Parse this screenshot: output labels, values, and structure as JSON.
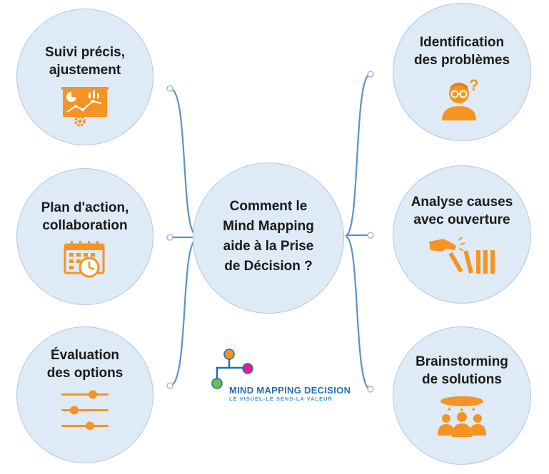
{
  "center": {
    "lines": [
      "Comment le",
      "Mind Mapping",
      "aide à la Prise",
      "de Décision ?"
    ]
  },
  "nodes": [
    {
      "id": "suivi",
      "lines": [
        "Suivi précis,",
        "ajustement"
      ],
      "icon": "dashboard-chart-icon"
    },
    {
      "id": "plan",
      "lines": [
        "Plan d'action,",
        "collaboration"
      ],
      "icon": "calendar-clock-icon"
    },
    {
      "id": "evaluation",
      "lines": [
        "Évaluation",
        "des options"
      ],
      "icon": "sliders-icon"
    },
    {
      "id": "identification",
      "lines": [
        "Identification",
        "des problèmes"
      ],
      "icon": "thinking-person-icon"
    },
    {
      "id": "analyse",
      "lines": [
        "Analyse causes",
        "avec ouverture"
      ],
      "icon": "domino-push-icon"
    },
    {
      "id": "brainstorming",
      "lines": [
        "Brainstorming",
        "de solutions"
      ],
      "icon": "team-brainstorm-icon"
    }
  ],
  "logo": {
    "title": "MIND MAPPING DECISION",
    "tagline": "LE VISUEL-LE SENS-LA VALEUR"
  },
  "colors": {
    "bubble": "#deeaf6",
    "connector": "#5b92c5",
    "icon": "#f59422",
    "logo_blue": "#1e6fb8",
    "logo_pink": "#e41d8f",
    "logo_green": "#6cc04a"
  }
}
